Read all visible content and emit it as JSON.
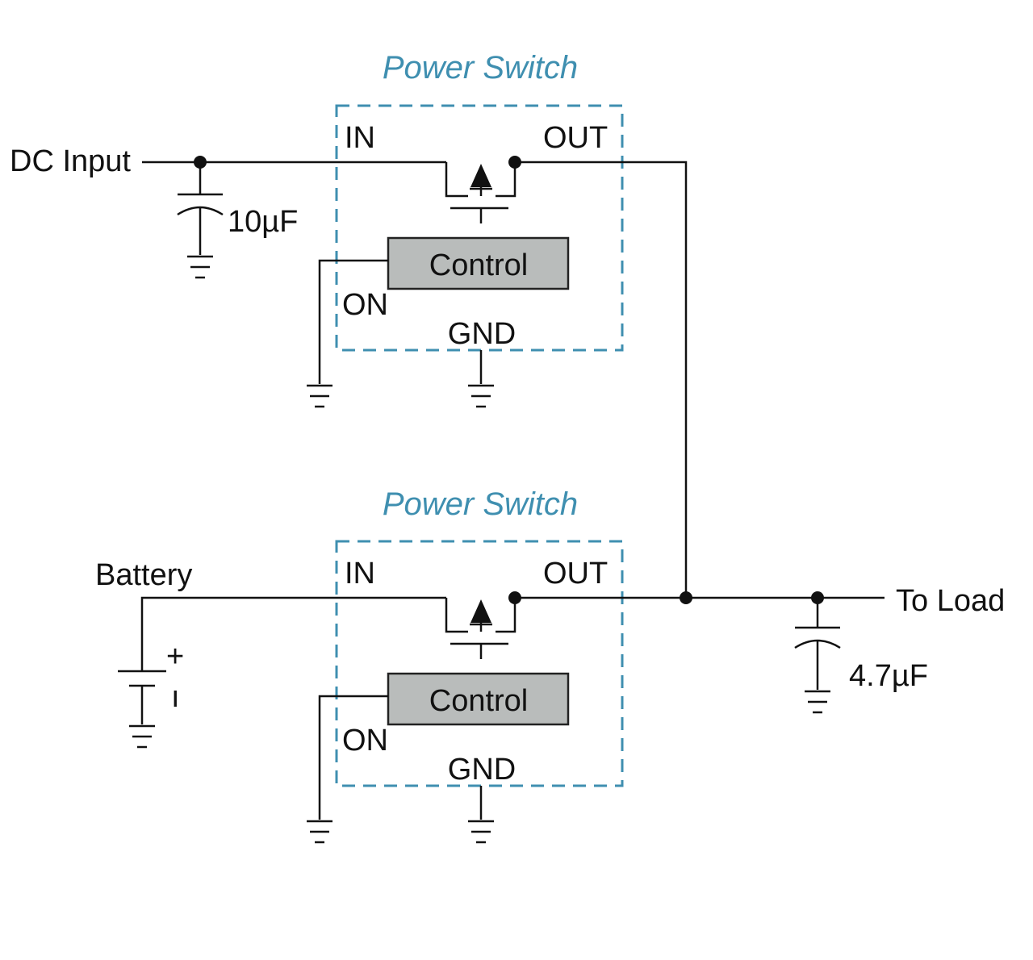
{
  "colors": {
    "switch_border": "#3f8fb0",
    "switch_title": "#3f8fb0",
    "control_fill": "#b9bcbb",
    "wire": "#111111"
  },
  "switches": [
    {
      "title": "Power Switch",
      "pin_in": "IN",
      "pin_out": "OUT",
      "pin_on": "ON",
      "pin_gnd": "GND",
      "control": "Control"
    },
    {
      "title": "Power Switch",
      "pin_in": "IN",
      "pin_out": "OUT",
      "pin_on": "ON",
      "pin_gnd": "GND",
      "control": "Control"
    }
  ],
  "labels": {
    "dc_input": "DC Input",
    "battery": "Battery",
    "to_load": "To Load",
    "cap_input": "10µF",
    "cap_output": "4.7µF",
    "battery_plus": "+",
    "battery_minus": "ı"
  },
  "icons": {
    "ground": "ground-icon",
    "capacitor": "capacitor-icon",
    "battery": "battery-icon",
    "mosfet": "p-mosfet-icon"
  }
}
